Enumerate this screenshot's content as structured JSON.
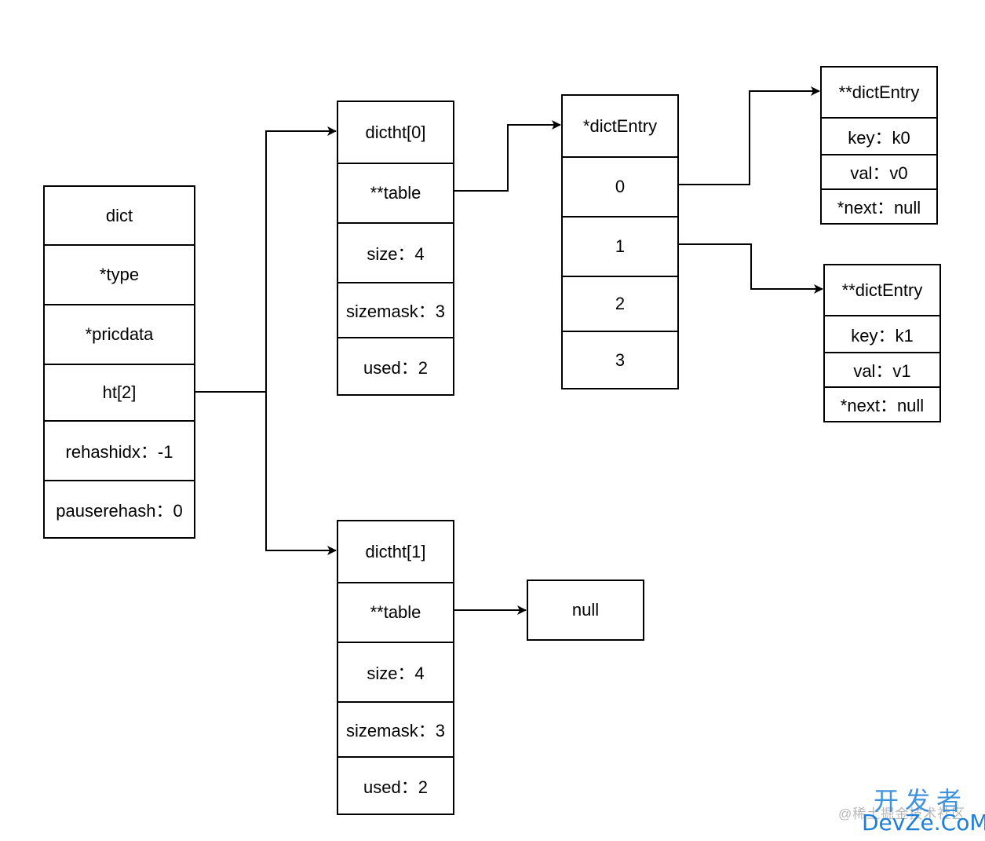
{
  "dict": {
    "header": "dict",
    "fields": [
      "*type",
      "*pricdata",
      "ht[2]",
      "rehashidx：-1",
      "pauserehash：0"
    ]
  },
  "dictht0": {
    "header": "dictht[0]",
    "fields": [
      "**table",
      "size：4",
      "sizemask：3",
      "used：2"
    ]
  },
  "dictht1": {
    "header": "dictht[1]",
    "fields": [
      "**table",
      "size：4",
      "sizemask：3",
      "used：2"
    ]
  },
  "table": {
    "header": "*dictEntry",
    "slots": [
      "0",
      "1",
      "2",
      "3"
    ]
  },
  "entry0": {
    "header": "**dictEntry",
    "fields": [
      "key：k0",
      "val：v0",
      "*next：null"
    ]
  },
  "entry1": {
    "header": "**dictEntry",
    "fields": [
      "key：k1",
      "val：v1",
      "*next：null"
    ]
  },
  "null_box": {
    "label": "null"
  },
  "watermark": {
    "small": "@稀土掘金技术社区",
    "cn": "开发者",
    "en": "DevZe.CoM"
  },
  "colors": {
    "stroke": "#000000",
    "watermark": "#1e7fd6"
  }
}
